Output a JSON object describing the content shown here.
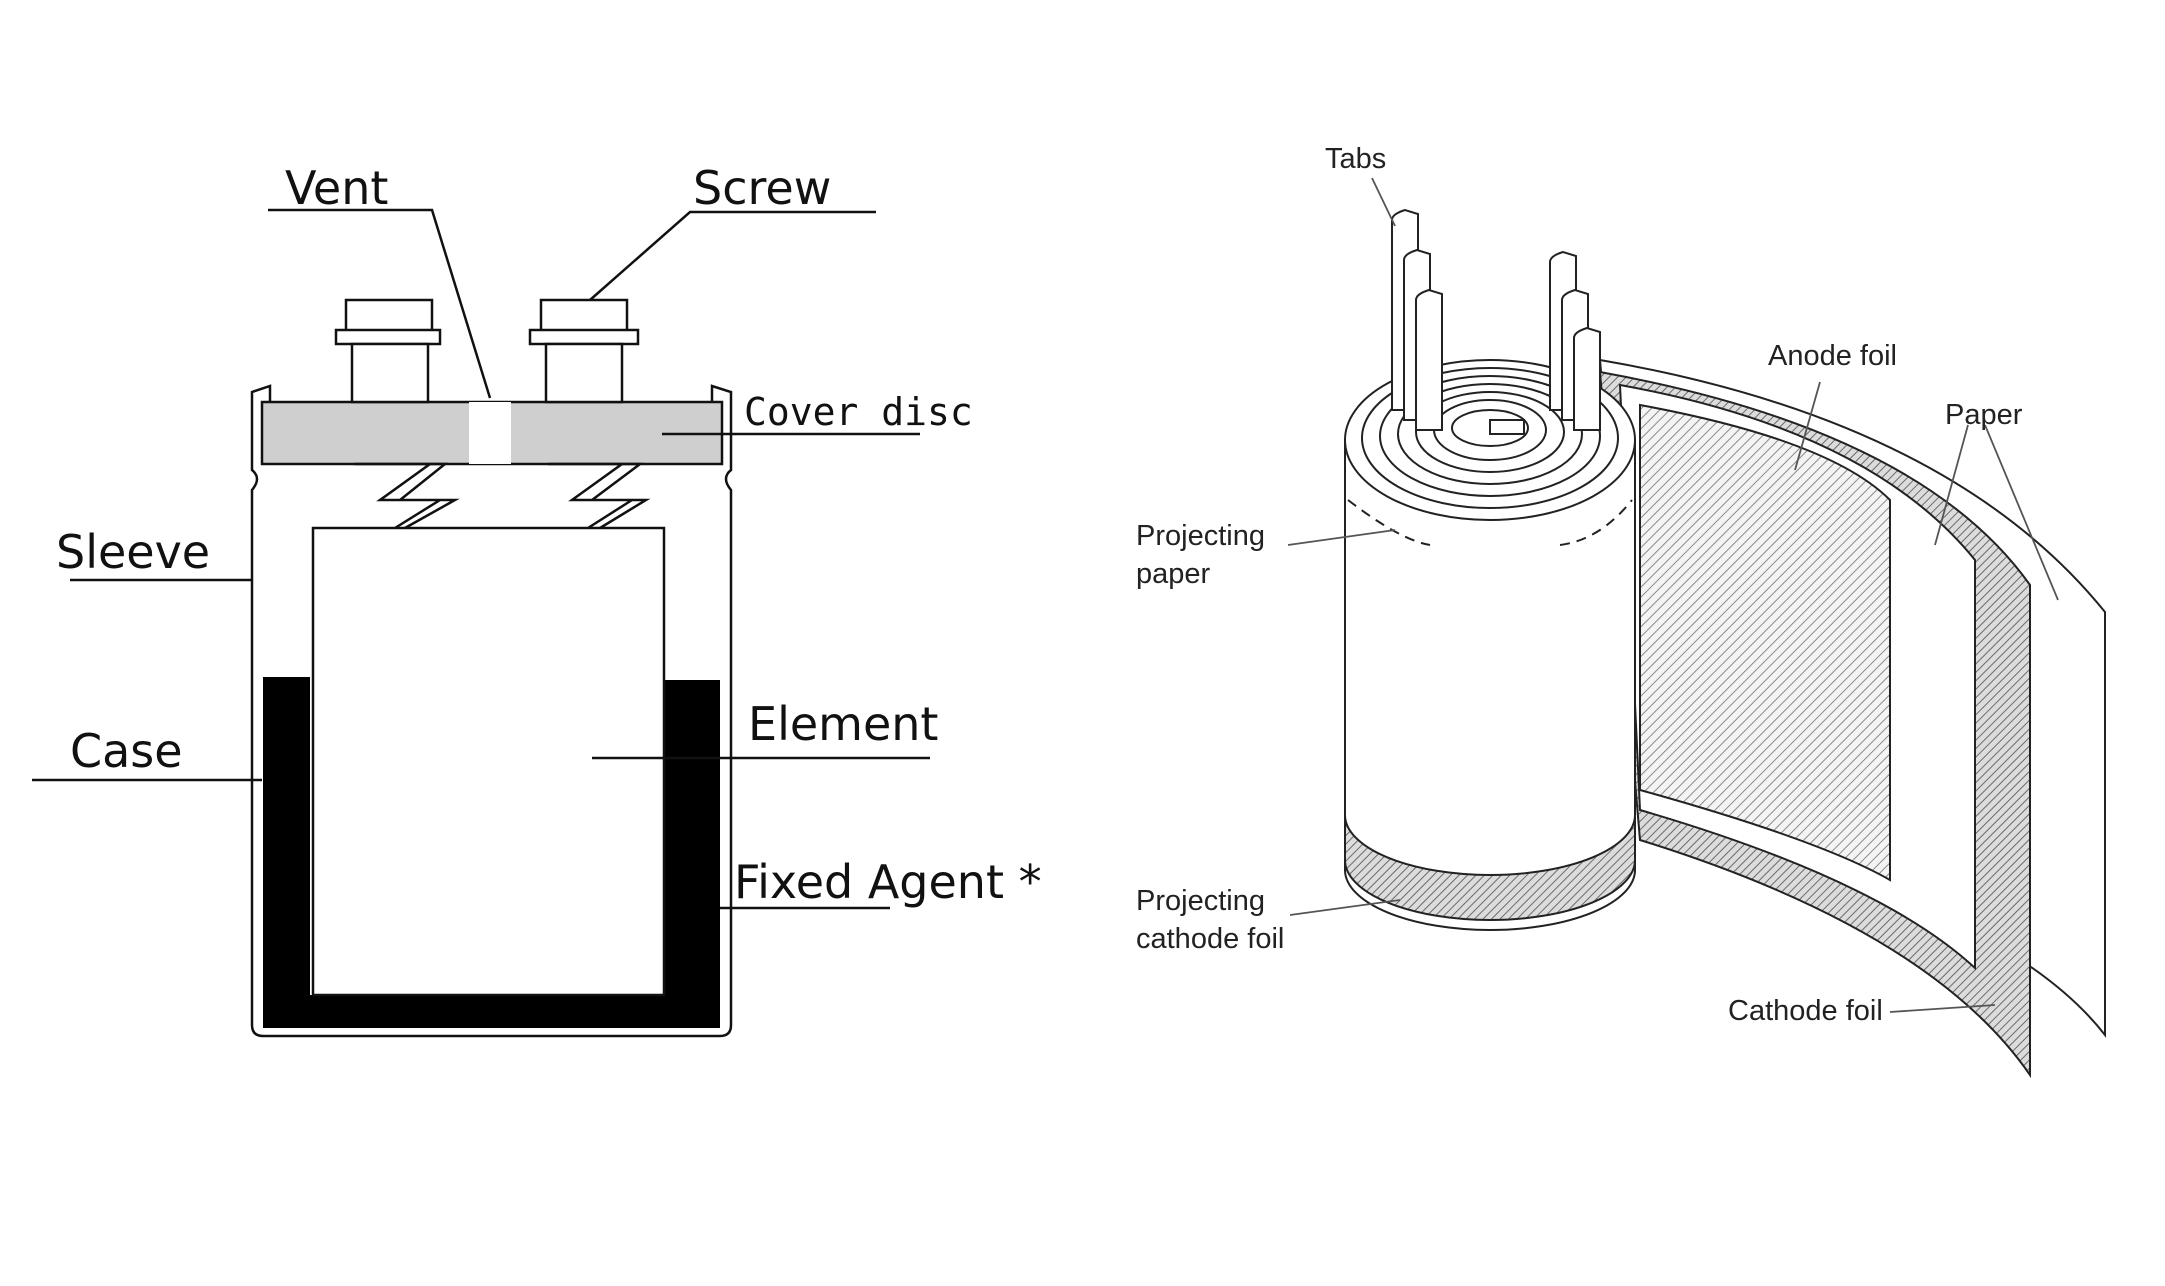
{
  "capacitor_cutaway": {
    "labels": {
      "vent": "Vent",
      "screw": "Screw",
      "cover_disc": "Cover disc",
      "sleeve": "Sleeve",
      "case": "Case",
      "element": "Element",
      "fixed_agent": "Fixed Agent *"
    },
    "colors": {
      "cover": "#cfcfcf",
      "fixed_agent_fill": "#000000"
    }
  },
  "wound_element": {
    "labels": {
      "tabs": "Tabs",
      "anode_foil": "Anode foil",
      "paper": "Paper",
      "projecting_paper_line1": "Projecting",
      "projecting_paper_line2": "paper",
      "projecting_cathode_line1": "Projecting",
      "projecting_cathode_line2": "cathode foil",
      "cathode_foil": "Cathode foil"
    }
  }
}
